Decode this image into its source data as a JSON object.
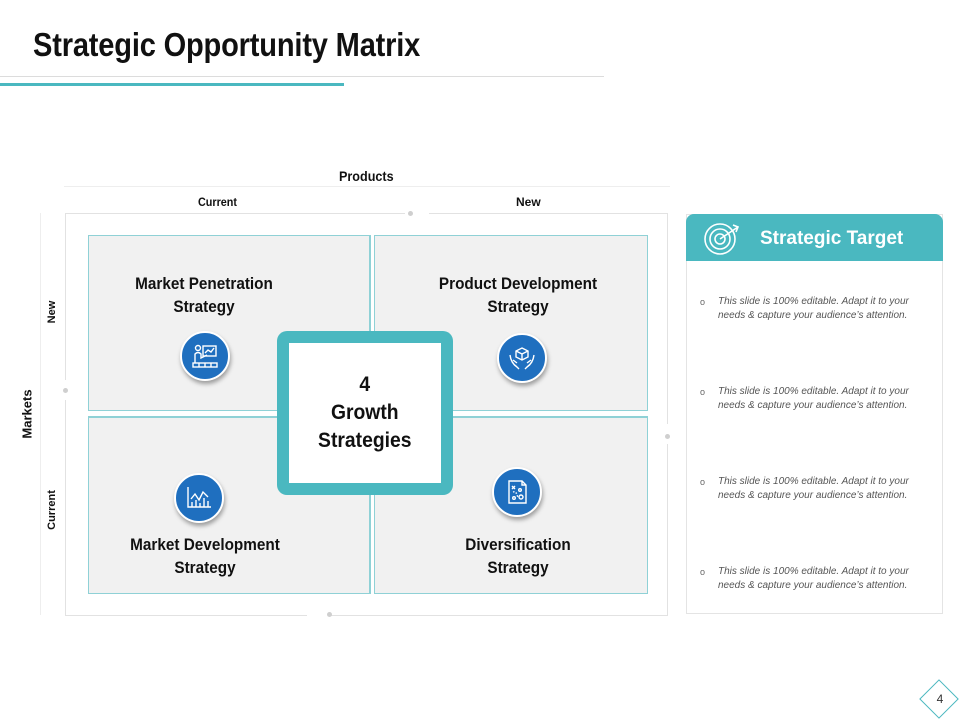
{
  "title": "Strategic Opportunity Matrix",
  "matrix": {
    "products_label": "Products",
    "products_current": "Current",
    "products_new": "New",
    "markets_label": "Markets",
    "markets_new": "New",
    "markets_current": "Current",
    "quadrants": {
      "top_left": {
        "line1": "Market Penetration",
        "line2": "Strategy",
        "icon": "presentation-icon"
      },
      "top_right": {
        "line1": "Product Development",
        "line2": "Strategy",
        "icon": "hands-cube-icon"
      },
      "bottom_left": {
        "line1": "Market Development",
        "line2": "Strategy",
        "icon": "line-chart-icon"
      },
      "bottom_right": {
        "line1": "Diversification",
        "line2": "Strategy",
        "icon": "strategy-plan-icon"
      }
    },
    "center": {
      "line1": "4",
      "line2": "Growth",
      "line3": "Strategies"
    }
  },
  "panel": {
    "title": "Strategic Target",
    "icon": "target-icon",
    "bullet_marker": "o",
    "bullets": [
      "This slide is 100% editable. Adapt it to your needs & capture your audience’s attention.",
      "This slide is 100% editable. Adapt it to your needs & capture your audience’s attention.",
      "This slide is 100% editable. Adapt it to your needs & capture your audience’s attention.",
      "This slide is 100% editable. Adapt it to your needs & capture your audience’s attention."
    ]
  },
  "page_number": "4",
  "colors": {
    "accent": "#4ab8c0",
    "icon_blue": "#1f6fbf",
    "quadrant_bg": "#f1f1f1"
  }
}
